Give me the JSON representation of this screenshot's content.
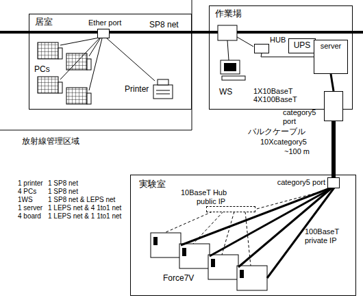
{
  "diagram": {
    "nodes": [
      {
        "text": [
          "居室"
        ]
      },
      {
        "text": [
          "Ether port"
        ],
        "in": 0
      },
      {
        "text": [
          "作業場"
        ]
      },
      {
        "text": [
          "HUB"
        ],
        "in": 2
      },
      {
        "text": [
          "UPS"
        ],
        "in": 2
      },
      {
        "text": [
          "server"
        ],
        "in": 2
      },
      {
        "text": [
          "category5 port"
        ],
        "in": 2
      },
      {
        "text": [
          "実験室"
        ]
      },
      {
        "text": [
          "category5 port"
        ],
        "in": 7
      },
      {
        "text": [
          "10BaseT Hub",
          "public IP"
        ],
        "in": 7
      }
    ],
    "edges": [
      {
        "from": 3,
        "to": 5,
        "arrow": "none"
      },
      {
        "from": 5,
        "to": 6,
        "arrow": "none"
      },
      {
        "from": 6,
        "to": 8,
        "arrow": "none"
      },
      {
        "from": 8,
        "to": 9,
        "arrow": "none"
      }
    ],
    "labels": [
      "SP8 net",
      "PCs",
      "Printer",
      "放射線管理区域",
      "WS",
      "1X10BaseT",
      "4X100BaseT",
      "バルクケーブル",
      "10Xcategory5",
      "~100 m",
      "100BaseT",
      "private IP",
      "Force7V",
      "1 printer",
      "4 PCs",
      "1WS",
      "1 server",
      "4 board",
      "1 SP8 net",
      "1 SP8 net",
      "1 SP8 net & LEPS net",
      "1 LEPS net & 4 1to1 net",
      "1 LEPS net & 1 1to1 net"
    ]
  }
}
